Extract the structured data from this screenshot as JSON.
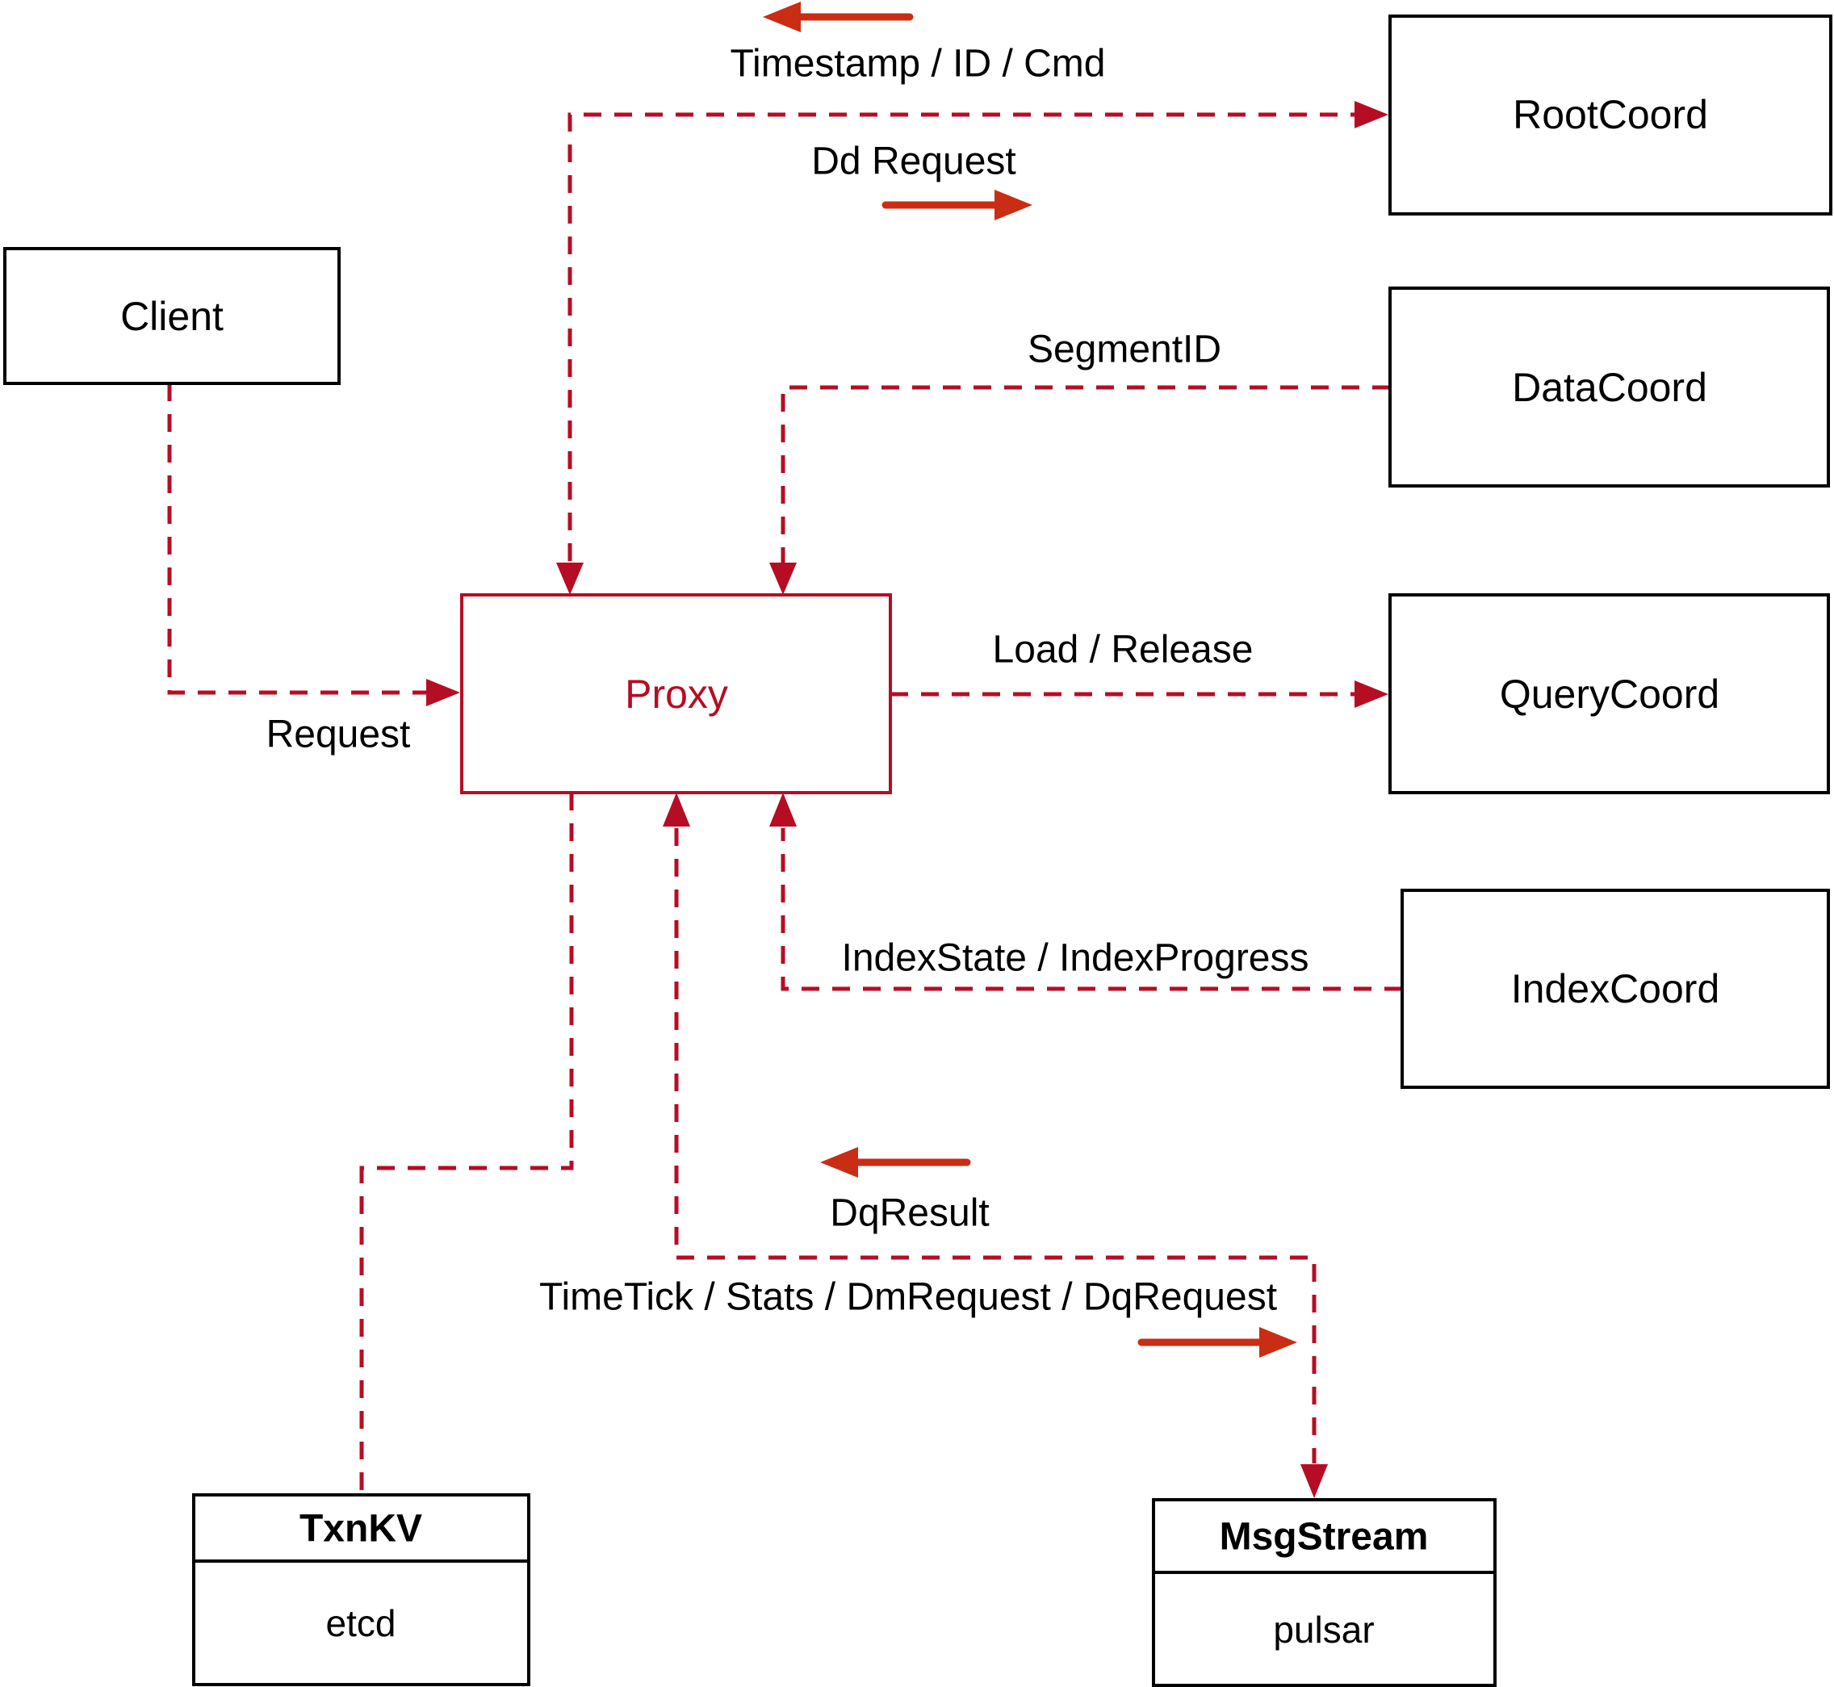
{
  "colors": {
    "dash": "#b60d24",
    "solid": "#c92d14",
    "border": "#000000",
    "text": "#000000",
    "bg": "#ffffff"
  },
  "nodes": {
    "client": {
      "label": "Client"
    },
    "proxy": {
      "label": "Proxy"
    },
    "rootcoord": {
      "label": "RootCoord"
    },
    "datacoord": {
      "label": "DataCoord"
    },
    "querycoord": {
      "label": "QueryCoord"
    },
    "indexcoord": {
      "label": "IndexCoord"
    },
    "txnkv": {
      "title": "TxnKV",
      "subtitle": "etcd"
    },
    "msgstream": {
      "title": "MsgStream",
      "subtitle": "pulsar"
    }
  },
  "edge_labels": {
    "timestamp_id_cmd": "Timestamp / ID / Cmd",
    "dd_request": "Dd Request",
    "segment_id": "SegmentID",
    "load_release": "Load / Release",
    "request": "Request",
    "index_state": "IndexState / IndexProgress",
    "dq_result": "DqResult",
    "timetick": "TimeTick / Stats / DmRequest / DqRequest"
  }
}
